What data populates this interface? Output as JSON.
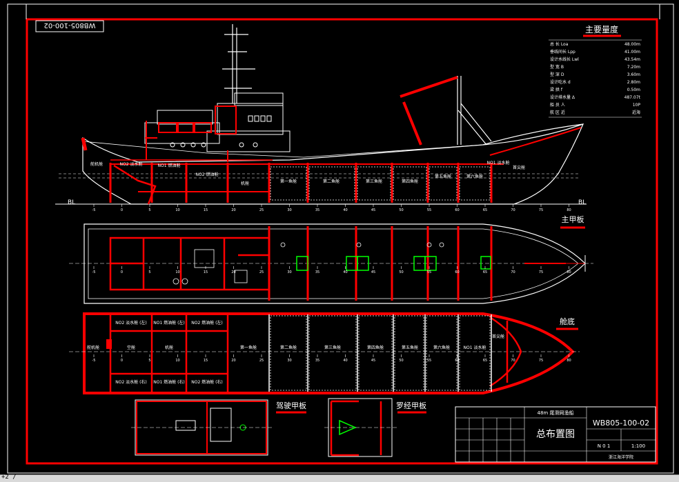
{
  "drawing": {
    "number_stamp": "WB805-100-02",
    "spec_title": "主要量度",
    "colors": {
      "background": "#000000",
      "primary": "#ff0000",
      "line": "#ffffff",
      "hatch": "#00ff00"
    }
  },
  "specs": [
    {
      "label": "总 长 Loa",
      "value": "48.00m"
    },
    {
      "label": "垂线间长 Lpp",
      "value": "41.00m"
    },
    {
      "label": "设计水线长 Lwl",
      "value": "43.54m"
    },
    {
      "label": "型 宽 B",
      "value": "7.20m"
    },
    {
      "label": "型 深 D",
      "value": "3.60m"
    },
    {
      "label": "设计吃水 d",
      "value": "2.80m"
    },
    {
      "label": "梁 拱 f",
      "value": "0.50m"
    },
    {
      "label": "设计排水量 Δ",
      "value": "487.07t"
    },
    {
      "label": "船 员 人",
      "value": "10P"
    },
    {
      "label": "航 区 近",
      "value": "近海"
    }
  ],
  "views": {
    "main_deck": "主甲板",
    "hold": "舱底",
    "bridge_deck": "驾驶甲板",
    "compass_deck": "罗经甲板"
  },
  "profile_labels": {
    "baseline_left": "BL",
    "baseline_right": "BL",
    "compartments": [
      "舵机舱",
      "NO2 淡水舱",
      "NO1 燃油舱",
      "NO2 燃油舱",
      "机舱",
      "第一鱼舱",
      "第二鱼舱",
      "第三鱼舱",
      "第四鱼舱",
      "第五鱼舱",
      "第六鱼舱",
      "NO1 淡水舱",
      "首尖舱"
    ]
  },
  "hold_labels": {
    "top": [
      "NO2 淡水舱 (左)",
      "NO1 燃油舱 (左)",
      "NO2 燃油舱 (左)"
    ],
    "bottom": [
      "NO2 淡水舱 (右)",
      "NO1 燃油舱 (右)",
      "NO2 燃油舱 (右)"
    ],
    "center": [
      "舵机舱",
      "空舱",
      "机舱",
      "第一鱼舱",
      "第二鱼舱",
      "第三鱼舱",
      "第四鱼舱",
      "第五鱼舱",
      "第六鱼舱",
      "NO1 淡水舱",
      "首尖舱"
    ]
  },
  "frame_ticks": [
    "-5",
    "0",
    "5",
    "10",
    "15",
    "20",
    "25",
    "30",
    "35",
    "40",
    "45",
    "50",
    "55",
    "60",
    "65",
    "70",
    "75",
    "80"
  ],
  "title_block": {
    "ship": "48m 尾滑网渔船",
    "drawing_title": "总布置图",
    "number": "WB805-100-02",
    "scale": "1:100",
    "sheet": "N 0 1",
    "school": "浙江海洋学院"
  },
  "command_line": "+2 /"
}
